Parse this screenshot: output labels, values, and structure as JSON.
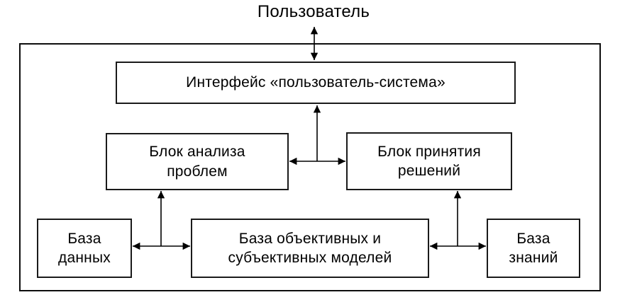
{
  "diagram": {
    "user_label": "Пользователь",
    "boxes": {
      "interface": "Интерфейс «пользователь-система»",
      "analysis": "Блок анализа\nпроблем",
      "decision": "Блок принятия\nрешений",
      "database": "База\nданных",
      "models": "База объективных и\nсубъективных моделей",
      "knowledge": "База\nзнаний"
    },
    "colors": {
      "line": "#000000",
      "border": "#1a1a1a",
      "background": "#ffffff",
      "text": "#000000"
    }
  }
}
